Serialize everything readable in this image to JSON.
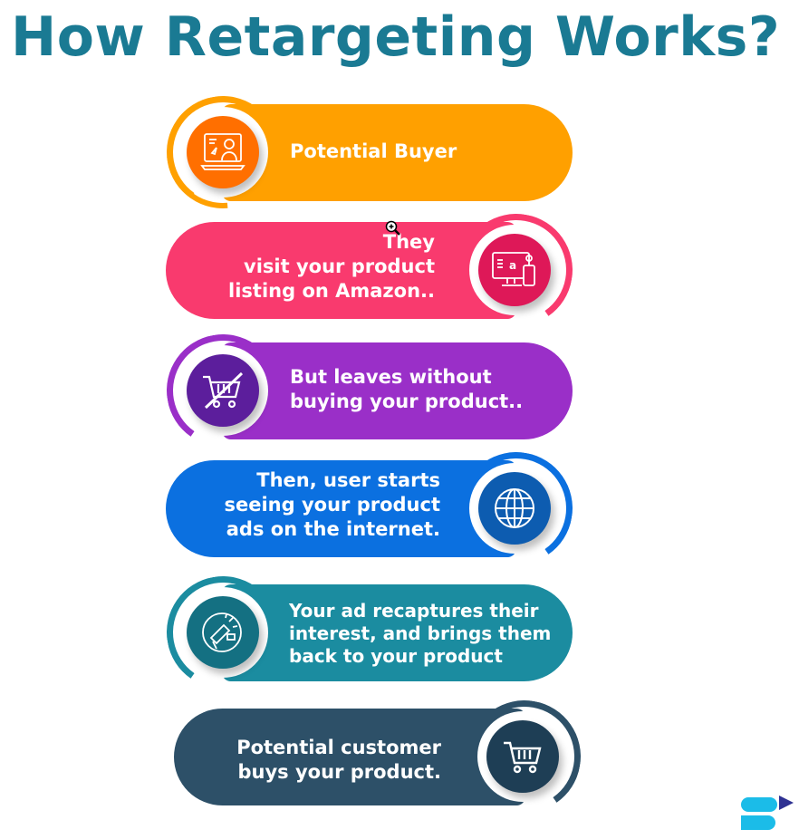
{
  "title": "How Retargeting Works?",
  "steps": [
    {
      "text": "Potential Buyer",
      "color": "#FFA000",
      "icon_color": "#FF6F00",
      "icon": "laptop-user-icon"
    },
    {
      "text": "They\nvisit your product\nlisting on Amazon..",
      "color": "#F93A6E",
      "icon_color": "#DE1858",
      "icon": "amazon-monitor-icon"
    },
    {
      "text": "But leaves without\nbuying your product..",
      "color": "#9A2FC8",
      "icon_color": "#5C1E9C",
      "icon": "cart-cancel-icon"
    },
    {
      "text": "Then, user starts\nseeing your product\nads on the internet.",
      "color": "#0B70E0",
      "icon_color": "#0D5CB0",
      "icon": "globe-icon"
    },
    {
      "text": "Your ad recaptures their\ninterest, and brings them\nback to your product",
      "color": "#1B8CA0",
      "icon_color": "#147082",
      "icon": "megaphone-icon"
    },
    {
      "text": "Potential customer\nbuys your product.",
      "color": "#2D5068",
      "icon_color": "#1E3E55",
      "icon": "cart-icon"
    }
  ]
}
